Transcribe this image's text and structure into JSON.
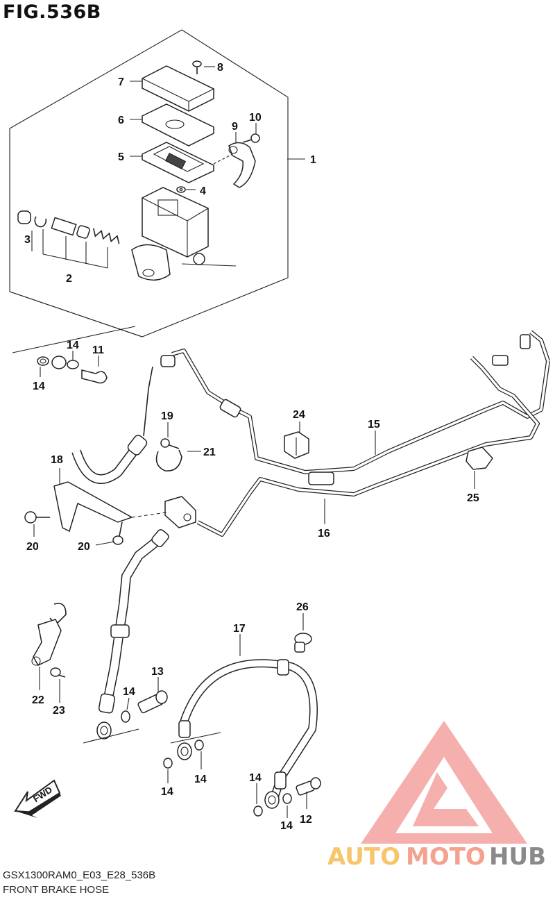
{
  "figure": {
    "title": "FIG.536B",
    "model_code": "GSX1300RAM0_E03_E28_536B",
    "section_name": "FRONT BRAKE HOSE"
  },
  "fwd_label": "FWD",
  "watermark": {
    "word_part1": "AUTO",
    "word_part2": "MOTO",
    "word_part3": "HUB",
    "colors": {
      "part1": "#f7c56a",
      "part2": "#f2a28f",
      "part3": "#8a8a8a",
      "logo": "#f4a3a0"
    }
  },
  "callouts": [
    "1",
    "2",
    "3",
    "4",
    "5",
    "6",
    "7",
    "8",
    "9",
    "10",
    "11",
    "12",
    "13",
    "14",
    "15",
    "16",
    "17",
    "18",
    "19",
    "20",
    "21",
    "22",
    "23",
    "24",
    "25",
    "26"
  ],
  "colors": {
    "line": "#222222",
    "background": "#ffffff"
  }
}
